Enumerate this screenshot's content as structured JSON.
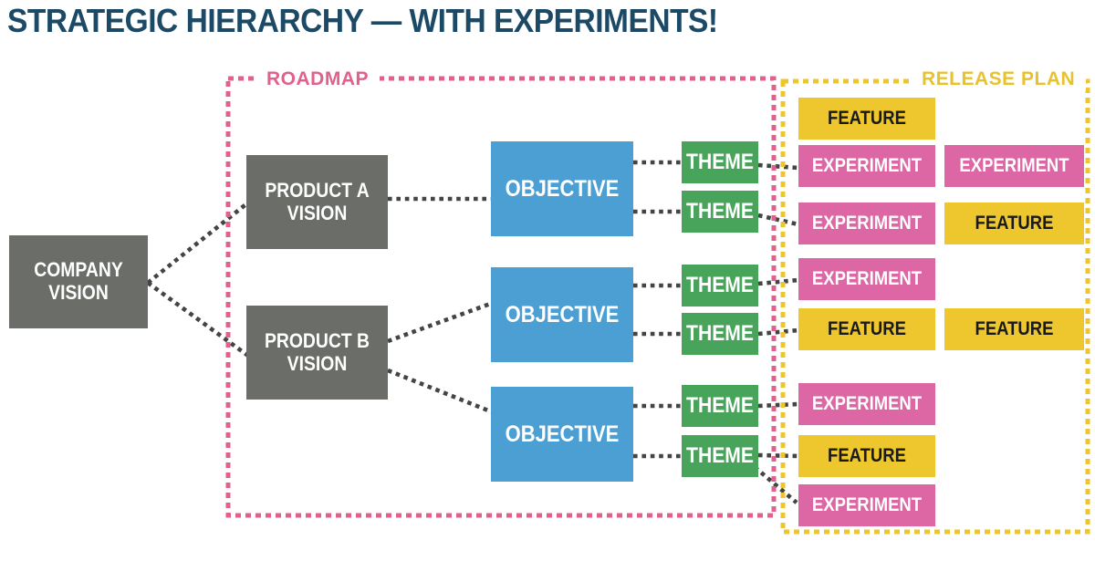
{
  "title": "STRATEGIC HIERARCHY — WITH EXPERIMENTS!",
  "containers": {
    "roadmap": {
      "label": "ROADMAP",
      "border_color": "#e2608d"
    },
    "release_plan": {
      "label": "RELEASE PLAN",
      "border_color": "#ecc52f"
    }
  },
  "nodes": {
    "company_vision": "COMPANY VISION",
    "product_a_vision": "PRODUCT A VISION",
    "product_b_vision": "PRODUCT B VISION",
    "objectives": [
      "OBJECTIVE",
      "OBJECTIVE",
      "OBJECTIVE"
    ],
    "themes": [
      "THEME",
      "THEME",
      "THEME",
      "THEME",
      "THEME",
      "THEME"
    ]
  },
  "release_items": [
    {
      "label": "FEATURE",
      "type": "feature",
      "row": 1,
      "column": "left"
    },
    {
      "label": "EXPERIMENT",
      "type": "experiment",
      "row": 2,
      "column": "left"
    },
    {
      "label": "EXPERIMENT",
      "type": "experiment",
      "row": 2,
      "column": "right"
    },
    {
      "label": "EXPERIMENT",
      "type": "experiment",
      "row": 3,
      "column": "left"
    },
    {
      "label": "FEATURE",
      "type": "feature",
      "row": 3,
      "column": "right"
    },
    {
      "label": "EXPERIMENT",
      "type": "experiment",
      "row": 4,
      "column": "left"
    },
    {
      "label": "FEATURE",
      "type": "feature",
      "row": 5,
      "column": "left"
    },
    {
      "label": "FEATURE",
      "type": "feature",
      "row": 5,
      "column": "right"
    },
    {
      "label": "EXPERIMENT",
      "type": "experiment",
      "row": 6,
      "column": "left"
    },
    {
      "label": "FEATURE",
      "type": "feature",
      "row": 7,
      "column": "left"
    },
    {
      "label": "EXPERIMENT",
      "type": "experiment",
      "row": 8,
      "column": "left"
    }
  ],
  "colors": {
    "title": "#1c4a66",
    "vision_gray": "#6a6d68",
    "objective_blue": "#4c9fd3",
    "theme_green": "#47a45a",
    "feature_yellow": "#eec72f",
    "experiment_pink": "#dd67a4",
    "connector_gray": "#444444"
  }
}
